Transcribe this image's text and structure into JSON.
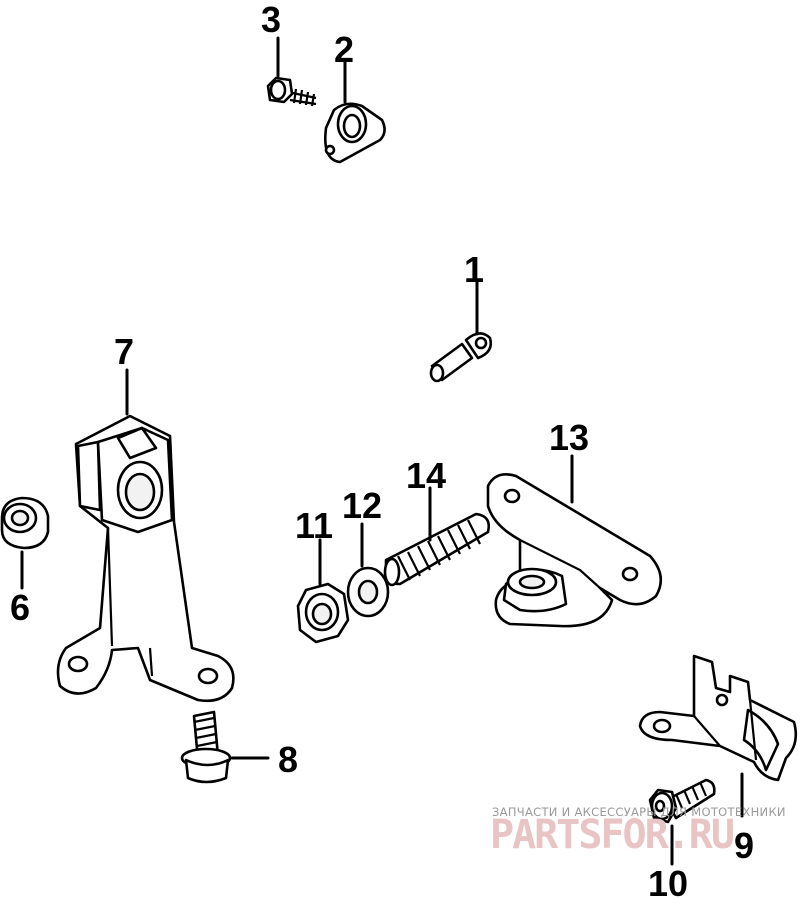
{
  "callouts": [
    {
      "id": "1",
      "label": "1"
    },
    {
      "id": "2",
      "label": "2"
    },
    {
      "id": "3",
      "label": "3"
    },
    {
      "id": "6",
      "label": "6"
    },
    {
      "id": "7",
      "label": "7"
    },
    {
      "id": "8",
      "label": "8"
    },
    {
      "id": "9",
      "label": "9"
    },
    {
      "id": "10",
      "label": "10"
    },
    {
      "id": "11",
      "label": "11"
    },
    {
      "id": "12",
      "label": "12"
    },
    {
      "id": "13",
      "label": "13"
    },
    {
      "id": "14",
      "label": "14"
    }
  ],
  "watermark": {
    "tagline": "ЗАПЧАСТИ И АКСЕССУАРЫ ДЛЯ МОТОТЕХНИКИ",
    "brand": "PARTSFOR.RU"
  },
  "colors": {
    "line": "#000000",
    "background": "#ffffff",
    "watermark_brand": "#e8c4c4",
    "watermark_text": "#9a9a9a"
  }
}
